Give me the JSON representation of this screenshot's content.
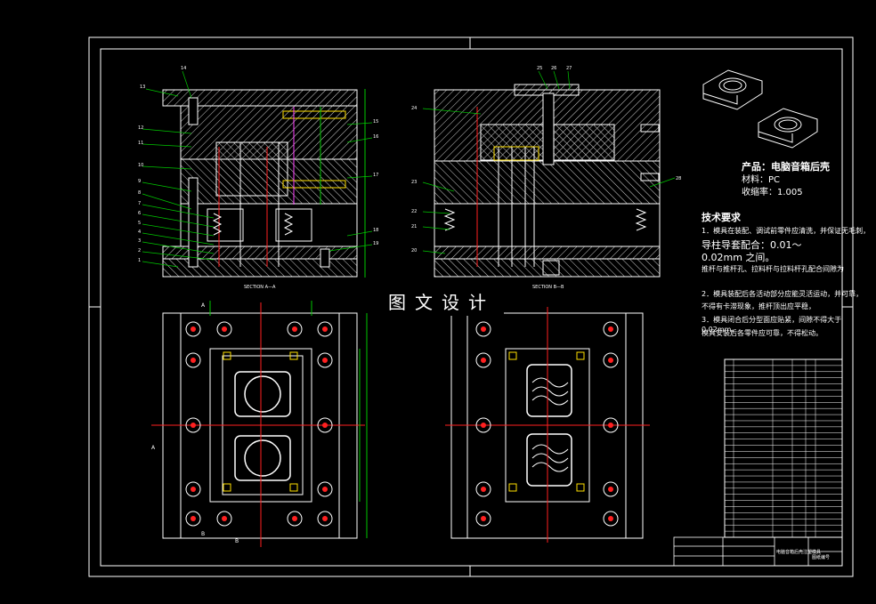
{
  "watermark": "图文设计",
  "product": {
    "name_label": "产品：电脑音箱后壳",
    "material_label": "材料：PC",
    "shrink_label": "收缩率：1.005"
  },
  "tech_requirements": {
    "title": "技术要求",
    "lines": [
      "1．模具在装配、调试前零件应清洗，并保证无毛刺，",
      "导柱导套配合：0.01～",
      "0.02mm 之间。",
      "推杆与推杆孔、拉料杆与拉料杆孔配合间隙为",
      "2．模具装配后各活动部分应能灵活运动，并可靠，",
      "不得有卡滞现象，推杆顶出应平稳，",
      "3．模具闭合后分型面应贴紧，间隙不得大于0.02mm，",
      "模具安装后各零件应可靠，不得松动。"
    ]
  },
  "section_labels": {
    "left": "SECTION A—A",
    "right": "SECTION B—B"
  },
  "balloons_left": [
    "1",
    "2",
    "3",
    "4",
    "5",
    "6",
    "7",
    "8",
    "9",
    "10",
    "11",
    "12",
    "13",
    "14",
    "15",
    "16",
    "17",
    "18",
    "19"
  ],
  "balloons_right": [
    "20",
    "21",
    "22",
    "23",
    "24",
    "25",
    "26",
    "27",
    "28"
  ],
  "view_letters": [
    "A",
    "A",
    "B",
    "B"
  ],
  "title_block": {
    "title": "电脑音箱后壳注塑模具",
    "drawing_no": "图纸编号"
  },
  "colors": {
    "background": "#000000",
    "frame": "#ffffff",
    "hatch": "#d8d8d8",
    "red": "#ff2020",
    "yellow": "#ffe000",
    "green": "#00c800",
    "magenta": "#ff40ff",
    "cyan": "#40a0ff"
  }
}
